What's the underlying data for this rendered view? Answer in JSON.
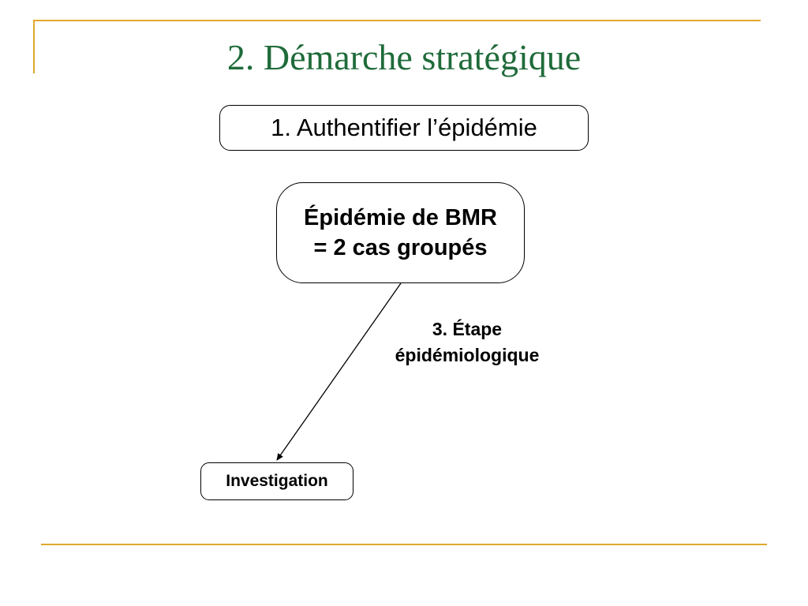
{
  "slide": {
    "title": "2. Démarche stratégique",
    "accent_color": "#e0a82e",
    "title_color": "#1f6b3a"
  },
  "diagram": {
    "step1_box": "1. Authentifier l’épidémie",
    "epidemic_box": {
      "line1": "Épidémie de BMR",
      "line2": "= 2 cas groupés"
    },
    "step3_label": {
      "line1": "3. Étape",
      "line2": "épidémiologique"
    },
    "investigation_box": "Investigation",
    "edges": [
      {
        "from": "epidemic_box",
        "to": "investigation_box",
        "label": "3. Étape épidémiologique"
      }
    ]
  }
}
